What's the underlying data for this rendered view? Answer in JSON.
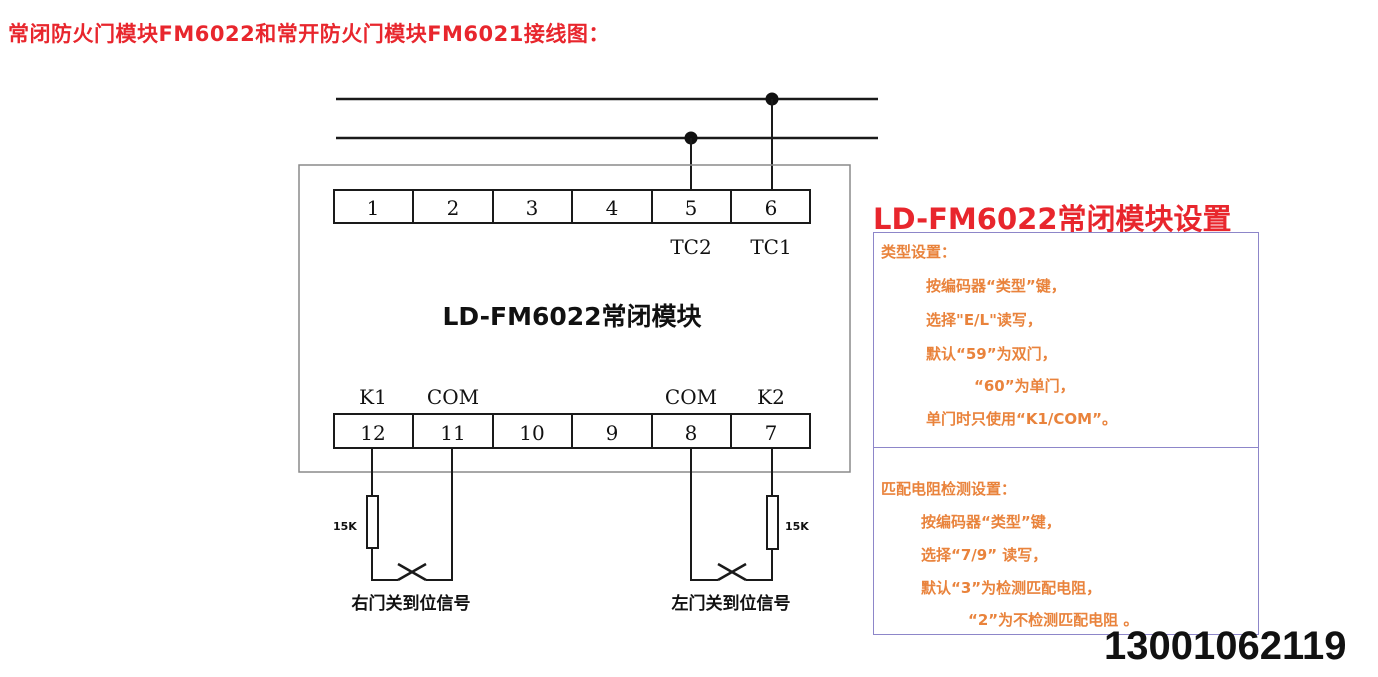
{
  "page_title": "常闭防火门模块FM6022和常开防火门模块FM6021接线图：",
  "module": {
    "name": "LD-FM6022常闭模块",
    "top_terminals": [
      "1",
      "2",
      "3",
      "4",
      "5",
      "6"
    ],
    "top_terminal_labels": {
      "t5": "TC2",
      "t6": "TC1"
    },
    "bottom_terminals": [
      "12",
      "11",
      "10",
      "9",
      "8",
      "7"
    ],
    "bottom_terminal_labels": {
      "t12": "K1",
      "t11": "COM",
      "t8": "COM",
      "t7": "K2"
    }
  },
  "resistors": {
    "left": "15K",
    "right": "15K"
  },
  "signals": {
    "right_door": "右门关到位信号",
    "left_door": "左门关到位信号"
  },
  "settings": {
    "title": "LD-FM6022常闭模块设置",
    "type_section": {
      "heading": "类型设置：",
      "lines": [
        "按编码器“类型”键，",
        "选择\"E/L\"读写，",
        "默认“59”为双门，",
        "“60”为单门，",
        "单门时只使用“K1/COM”。"
      ]
    },
    "match_section": {
      "heading": "匹配电阻检测设置：",
      "lines": [
        "按编码器“类型”键，",
        "选择“7/9” 读写，",
        "默认“3”为检测匹配电阻，",
        "“2”为不检测匹配电阻 。"
      ]
    }
  },
  "phone": "13001062119",
  "colors": {
    "title_red": "#e8262d",
    "orange_text": "#e9833c",
    "box_border": "#8d86c9",
    "line": "#1a1a1a"
  }
}
